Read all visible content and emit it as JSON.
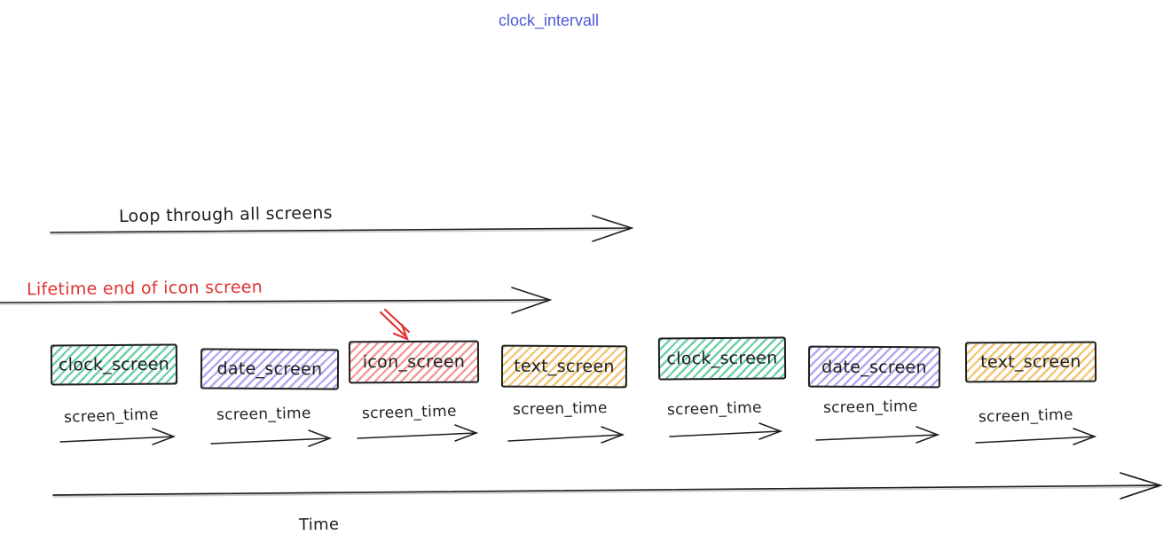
{
  "title": "clock_intervall",
  "labels": {
    "loop": "Loop through all screens",
    "lifetime": "Lifetime end of icon screen",
    "screen_time": "screen_time",
    "time": "Time"
  },
  "screens": [
    {
      "label": "clock_screen",
      "color": "green"
    },
    {
      "label": "date_screen",
      "color": "purple"
    },
    {
      "label": "icon_screen",
      "color": "red"
    },
    {
      "label": "text_screen",
      "color": "yellow"
    },
    {
      "label": "clock_screen",
      "color": "green"
    },
    {
      "label": "date_screen",
      "color": "purple"
    },
    {
      "label": "text_screen",
      "color": "yellow"
    }
  ],
  "colors": {
    "title": "#4e5bd4",
    "lifetime_annotation": "#e03131",
    "stroke": "#1e1e1e",
    "green_fill": "#6fcfa7",
    "purple_fill": "#b5a7f0",
    "red_fill": "#f39b9b",
    "yellow_fill": "#f1c474"
  }
}
